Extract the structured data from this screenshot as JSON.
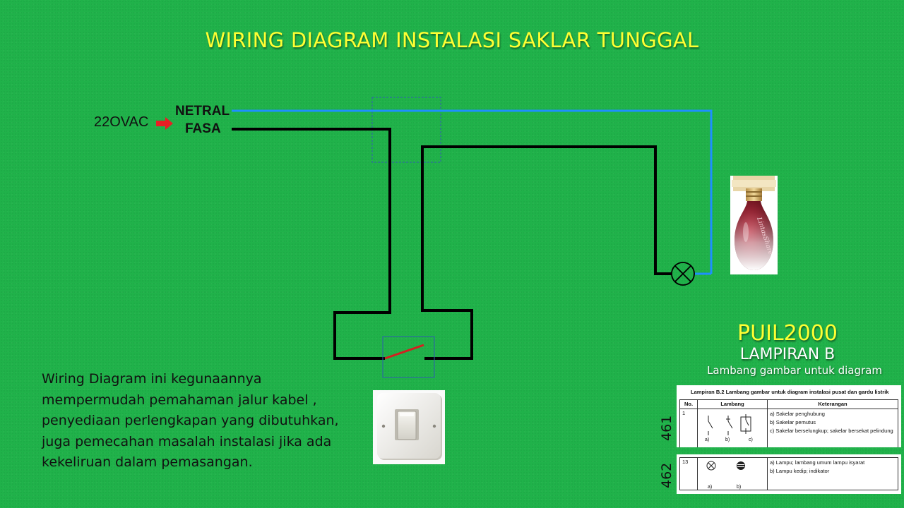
{
  "title": "WIRING DIAGRAM INSTALASI SAKLAR TUNGGAL",
  "labels": {
    "vac": "22OVAC",
    "netral": "NETRAL",
    "fasa": "FASA"
  },
  "description": "Wiring Diagram ini kegunaannya mempermudah pemahaman jalur kabel , penyediaan perlengkapan yang dibutuhkan, juga pemecahan masalah instalasi jika ada kekeliruan dalam pemasangan.",
  "description_lines": [
    "Wiring Diagram ini kegunaannya",
    "mempermudah pemahaman jalur kabel ,",
    "penyediaan perlengkapan yang dibutuhkan,",
    "juga pemecahan masalah instalasi jika ada",
    "kekeliruan dalam pemasangan."
  ],
  "reference": {
    "puil": "PUIL2000",
    "lampiran": "LAMPIRAN B",
    "subtitle": "Lambang gambar untuk diagram",
    "page_a": "461",
    "page_b": "462"
  },
  "table1": {
    "heading": "Lampiran B.2  Lambang gambar untuk diagram instalasi pusat dan gardu listrik",
    "columns": [
      "No.",
      "Lambang",
      "Keterangan"
    ],
    "row_no": "1",
    "symbol_labels": [
      "a)",
      "b)",
      "c)"
    ],
    "keterangan": [
      "a) Sakelar penghubung",
      "b) Sakelar pemutus",
      "c) Sakelar berselungkup; sakelar bersekat pelindung"
    ]
  },
  "table2": {
    "row_no": "13",
    "symbol_labels": [
      "a)",
      "b)"
    ],
    "keterangan": [
      "a) Lampu; lambang umum lampu isyarat",
      "b) Lampu kedip; indikator"
    ]
  },
  "bulb_brand": "LintasShare",
  "colors": {
    "background": "#20b24a",
    "title": "#ffff33",
    "netral_wire": "#1e90ff",
    "fasa_wire": "#000000",
    "arrow": "#e81e24",
    "switch_blade": "#d42020",
    "dashed_box": "#2f5fb0"
  }
}
